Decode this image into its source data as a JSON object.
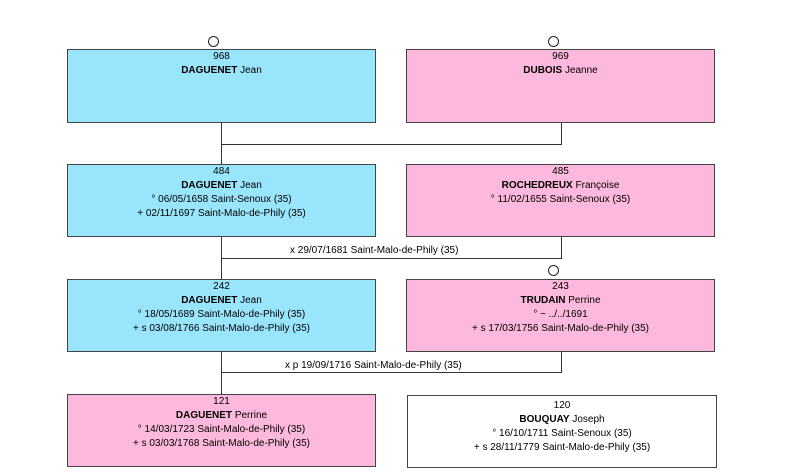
{
  "people": {
    "p968": {
      "number": "968",
      "surname": "DAGUENET",
      "given": "Jean",
      "events": []
    },
    "p969": {
      "number": "969",
      "surname": "DUBOIS",
      "given": "Jeanne",
      "events": []
    },
    "p484": {
      "number": "484",
      "surname": "DAGUENET",
      "given": "Jean",
      "events": [
        "° 06/05/1658 Saint-Senoux (35)",
        "+ 02/11/1697 Saint-Malo-de-Phily (35)"
      ]
    },
    "p485": {
      "number": "485",
      "surname": "ROCHEDREUX",
      "given": "Françoise",
      "events": [
        "° 11/02/1655 Saint-Senoux (35)"
      ]
    },
    "p242": {
      "number": "242",
      "surname": "DAGUENET",
      "given": "Jean",
      "events": [
        "° 18/05/1689 Saint-Malo-de-Phily (35)",
        "+ s 03/08/1766 Saint-Malo-de-Phily (35)"
      ]
    },
    "p243": {
      "number": "243",
      "surname": "TRUDAIN",
      "given": "Perrine",
      "events": [
        "° ~ ../../1691",
        "+ s 17/03/1756 Saint-Malo-de-Phily (35)"
      ]
    },
    "p121": {
      "number": "121",
      "surname": "DAGUENET",
      "given": "Perrine",
      "events": [
        "° 14/03/1723 Saint-Malo-de-Phily (35)",
        "+ s 03/03/1768 Saint-Malo-de-Phily (35)"
      ]
    },
    "p120": {
      "number": "120",
      "surname": "BOUQUAY",
      "given": "Joseph",
      "events": [
        "° 16/10/1711 Saint-Senoux (35)",
        "+ s 28/11/1779 Saint-Malo-de-Phily (35)"
      ]
    }
  },
  "marriages": {
    "m484_485": "x 29/07/1681 Saint-Malo-de-Phily (35)",
    "m242_243": "x p 19/09/1716 Saint-Malo-de-Phily (35)"
  },
  "colors": {
    "male": "#99e5fb",
    "female": "#fdb8dd",
    "unknown": "#ffffff",
    "line": "#333333"
  }
}
